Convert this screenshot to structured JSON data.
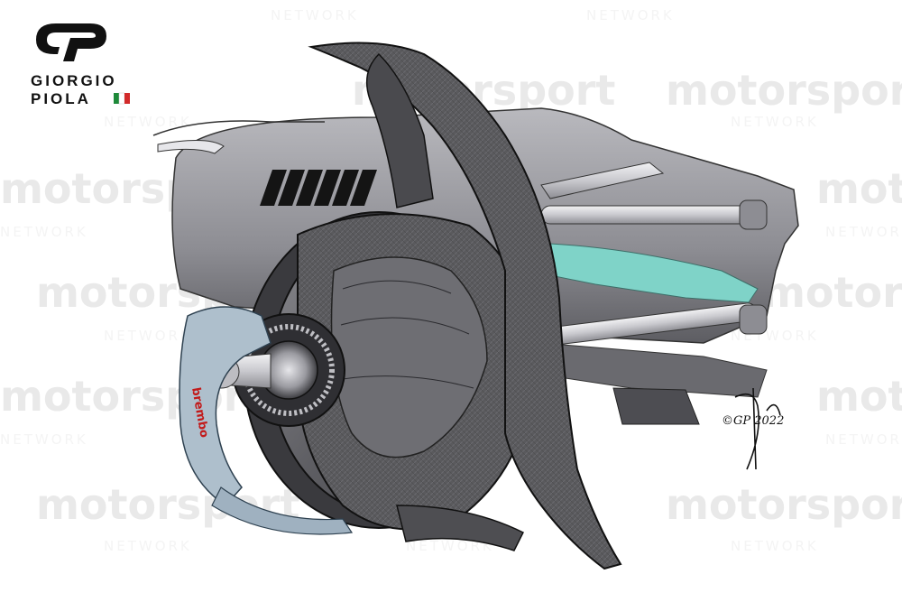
{
  "logo": {
    "line1": "GIORGIO",
    "line2": "PIOLA",
    "flag_colors": [
      "#1e8a3a",
      "#ffffff",
      "#d22a2a"
    ]
  },
  "watermark": {
    "brand": "motorsport",
    "sub": "NETWORK"
  },
  "illustration": {
    "caliper_brand": "brembo",
    "signature": "©GP 2022"
  },
  "colors": {
    "carbon_dark": "#4b4b4d",
    "carbon_mid": "#77777a",
    "bodywork_grey": "#9a9aa0",
    "petronas_teal": "#7fd3c8",
    "caliper_blue": "#aebfcc",
    "caliper_red": "#c21a1a"
  }
}
